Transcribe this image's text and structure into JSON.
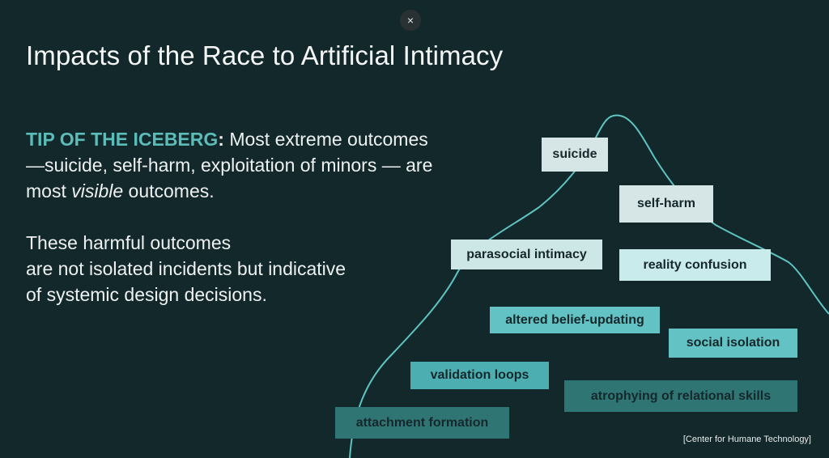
{
  "close_button": {
    "label": "×"
  },
  "slide": {
    "title": "Impacts of the Race to Artificial Intimacy",
    "paragraph1": {
      "highlight": "TIP OF THE ICEBERG",
      "colon": ":",
      "line1_rest": " Most extreme outcomes",
      "line2": "—suicide, self-harm, exploitation of minors — are",
      "line3_before": "most ",
      "line3_italic": "visible",
      "line3_after": " outcomes."
    },
    "paragraph2": {
      "line1": "These harmful outcomes",
      "line2": "are not isolated incidents but indicative",
      "line3": "of systemic design decisions."
    },
    "iceberg_labels": [
      "suicide",
      "self-harm",
      "parasocial intimacy",
      "reality confusion",
      "altered belief-updating",
      "social isolation",
      "validation loops",
      "atrophying of relational skills",
      "attachment formation"
    ],
    "source": "[Center for Humane Technology]"
  },
  "colors": {
    "background": "#13282b",
    "accent": "#5bbcb9",
    "iceberg_outline": "#5fc3c1"
  }
}
